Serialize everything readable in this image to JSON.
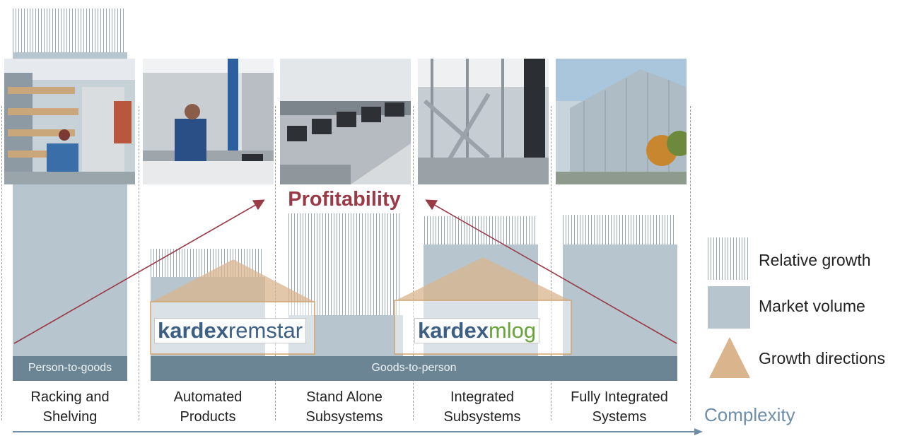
{
  "title": "Profitability",
  "axis_label": "Complexity",
  "segments": [
    {
      "label_line1": "Racking and",
      "label_line2": "Shelving"
    },
    {
      "label_line1": "Automated",
      "label_line2": "Products"
    },
    {
      "label_line1": "Stand Alone",
      "label_line2": "Subsystems"
    },
    {
      "label_line1": "Integrated",
      "label_line2": "Subsystems"
    },
    {
      "label_line1": "Fully Integrated",
      "label_line2": "Systems"
    }
  ],
  "bars": {
    "person_to_goods": "Person-to-goods",
    "goods_to_person": "Goods-to-person"
  },
  "brands": [
    {
      "part1": "kardex",
      "part2": "remstar",
      "part2_color": "#3e5f84"
    },
    {
      "part1": "kardex",
      "part2": "mlog",
      "part2_color": "#6aa33b"
    }
  ],
  "legend": {
    "relative_growth": "Relative growth",
    "market_volume": "Market volume",
    "growth_directions": "Growth directions"
  },
  "colors": {
    "market_volume": "#b7c5cf",
    "hatch": "#9aa8b3",
    "bar": "#6b8595",
    "profitability": "#9b3a47",
    "complexity": "#6f8ea8",
    "growth_triangle": "#d9b48d"
  }
}
